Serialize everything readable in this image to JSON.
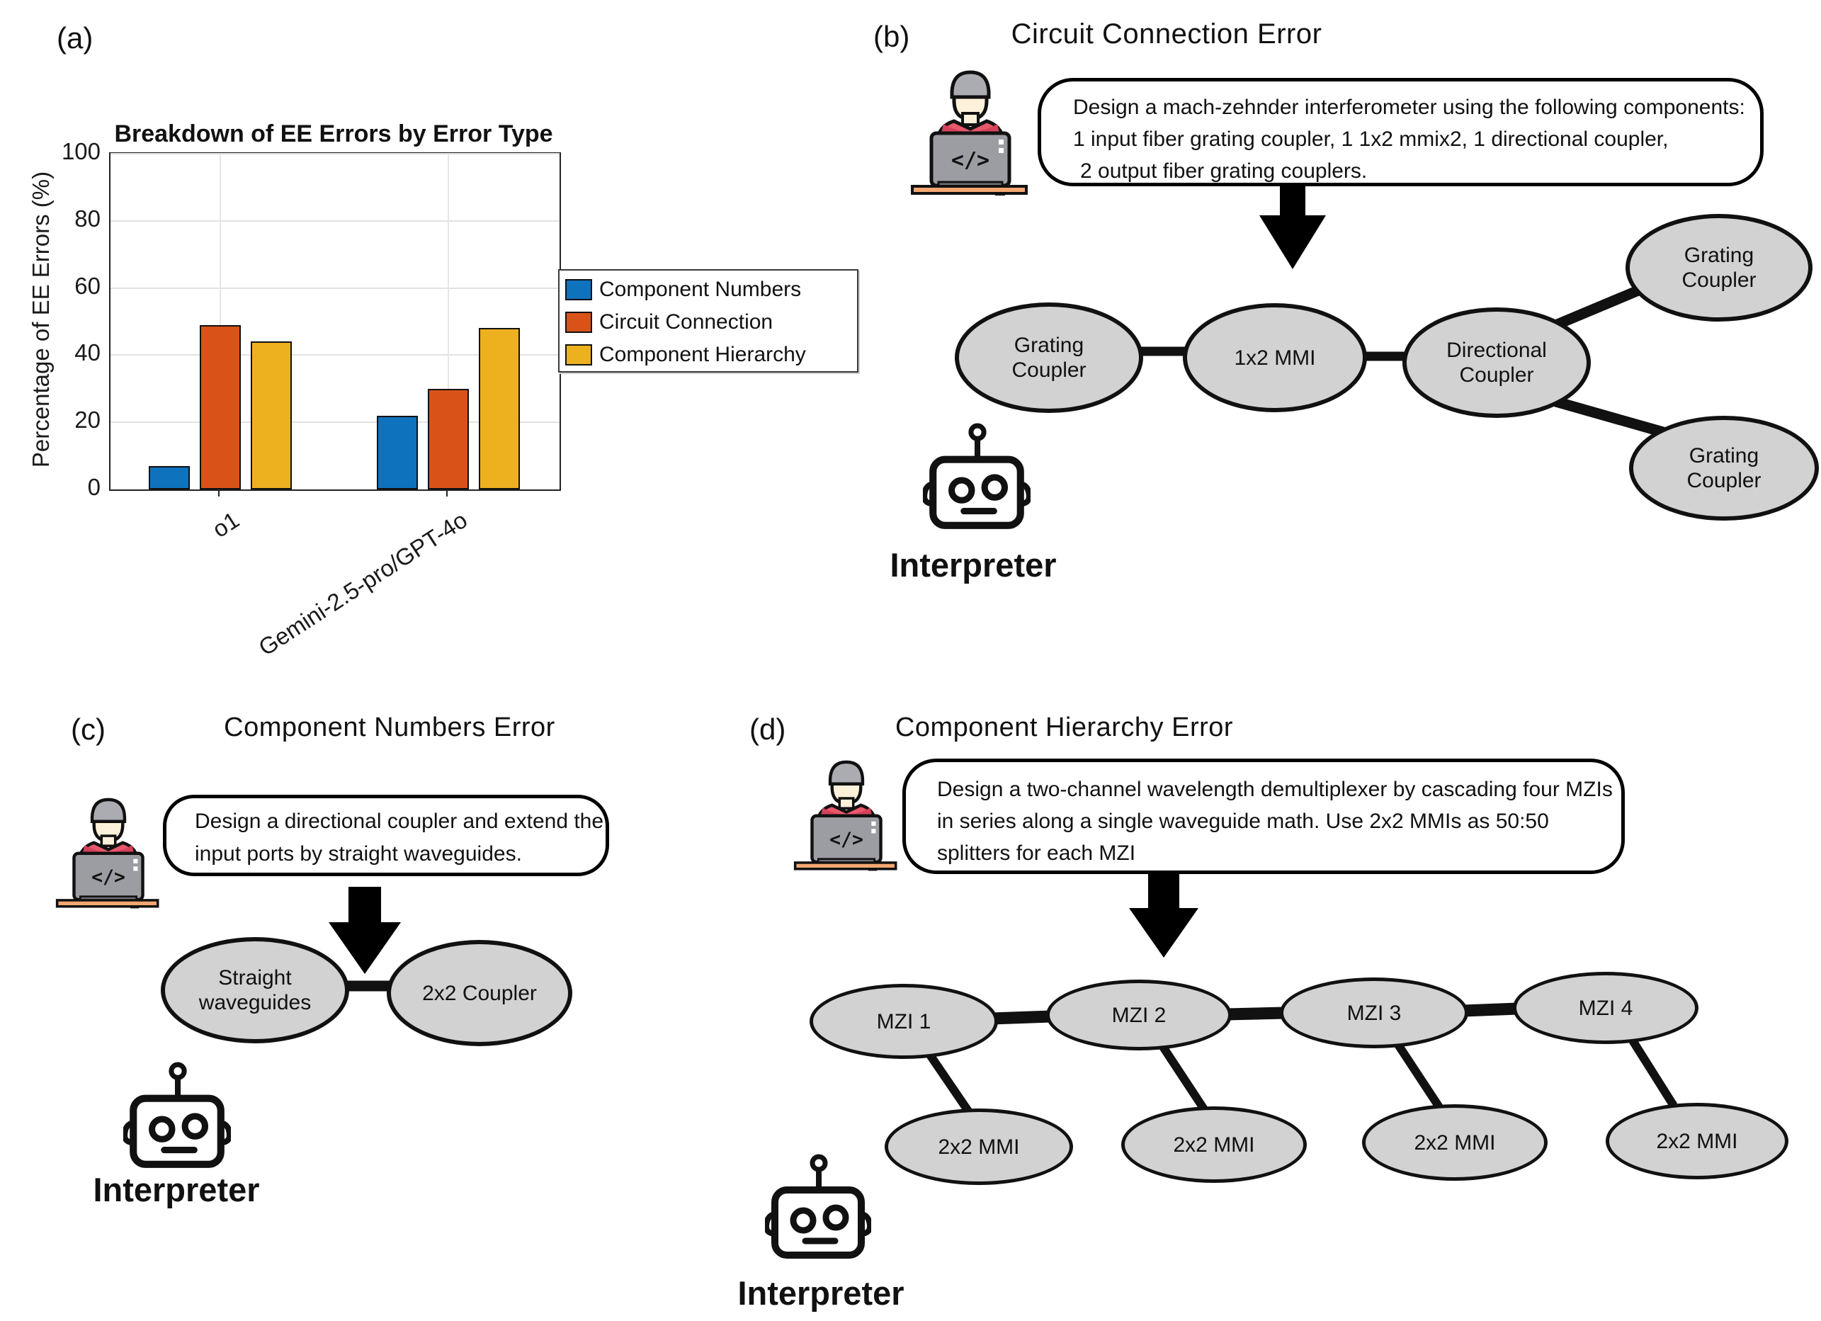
{
  "figure": {
    "panel_a_label": "(a)",
    "panel_b_label": "(b)",
    "panel_c_label": "(c)",
    "panel_d_label": "(d)"
  },
  "chart_data": {
    "type": "bar",
    "title": "Breakdown of EE Errors by Error Type",
    "xlabel": "",
    "ylabel": "Percentage of EE Errors (%)",
    "categories": [
      "o1",
      "Gemini-2.5-pro/GPT-4o"
    ],
    "series": [
      {
        "name": "Component Numbers",
        "color": "#0f72bd",
        "values": [
          7,
          22
        ]
      },
      {
        "name": "Circuit Connection",
        "color": "#d95319",
        "values": [
          49,
          30
        ]
      },
      {
        "name": "Component Hierarchy",
        "color": "#edb120",
        "values": [
          44,
          48
        ]
      }
    ],
    "ylim": [
      0,
      100
    ],
    "yticks": [
      0,
      20,
      40,
      60,
      80,
      100
    ],
    "grid": true,
    "legend_position": "right-outside"
  },
  "panels": {
    "b": {
      "title": "Circuit Connection Error",
      "prompt_lines": [
        "Design a mach-zehnder interferometer using the following components:",
        "1 input fiber grating coupler, 1 1x2 mmix2, 1 directional coupler,",
        "2 output fiber grating couplers."
      ],
      "nodes": [
        "Grating Coupler",
        "1x2 MMI",
        "Directional Coupler",
        "Grating Coupler",
        "Grating Coupler"
      ],
      "interpreter": "Interpreter"
    },
    "c": {
      "title": "Component Numbers Error",
      "prompt_lines": [
        "Design a directional coupler and extend the",
        "input ports by straight waveguides."
      ],
      "nodes": [
        "Straight waveguides",
        "2x2 Coupler"
      ],
      "interpreter": "Interpreter"
    },
    "d": {
      "title": "Component Hierarchy Error",
      "prompt_lines": [
        "Design a two-channel wavelength demultiplexer by cascading four MZIs",
        "in series along a single waveguide math. Use 2x2 MMIs as 50:50",
        "splitters for each MZI"
      ],
      "nodes": [
        "MZI 1",
        "MZI 2",
        "MZI 3",
        "MZI 4",
        "2x2 MMI",
        "2x2 MMI",
        "2x2 MMI",
        "2x2 MMI"
      ],
      "interpreter": "Interpreter"
    }
  },
  "icons": {
    "person": "person-coder-icon",
    "robot": "robot-interpreter-icon",
    "arrow": "down-arrow-icon"
  }
}
